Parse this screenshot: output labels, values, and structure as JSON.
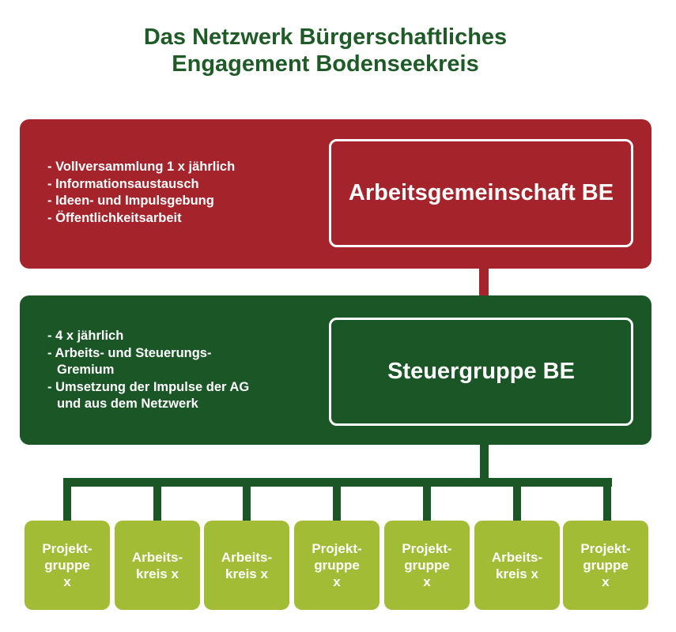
{
  "title": {
    "line1": "Das Netzwerk Bürgerschaftliches",
    "line2": "Engagement Bodenseekreis"
  },
  "arbeitsgemeinschaft": {
    "label": "Arbeitsgemeinschaft BE",
    "color": "#a5232a",
    "bullets": [
      "- Vollversammlung 1 x jährlich",
      "- Informationsaustausch",
      "- Ideen- und Impulsgebung",
      "- Öffentlichkeitsarbeit"
    ]
  },
  "steuergruppe": {
    "label": "Steuergruppe BE",
    "color": "#1a5626",
    "bullets": [
      "- 4 x jährlich",
      "- Arbeits- und Steuerungs-\nGremium",
      "- Umsetzung der Impulse der AG\nund aus dem Netzwerk"
    ]
  },
  "groups": {
    "color": "#a2bd35",
    "items": [
      "Projekt-\ngruppe\nx",
      "Arbeits-\nkreis x",
      "Arbeits-\nkreis x",
      "Projekt-\ngruppe\nx",
      "Projekt-\ngruppe\nx",
      "Arbeits-\nkreis x",
      "Projekt-\ngruppe\nx"
    ]
  }
}
